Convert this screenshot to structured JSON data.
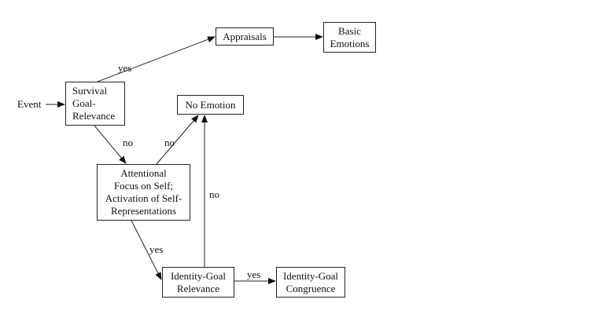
{
  "nodes": {
    "event": "Event",
    "survival": "Survival\nGoal-\nRelevance",
    "appraisals": "Appraisals",
    "basic_emotions": "Basic\nEmotions",
    "no_emotion": "No Emotion",
    "attentional": "Attentional\nFocus on Self;\nActivation of Self-\nRepresentations",
    "identity_relevance": "Identity-Goal\nRelevance",
    "identity_congruence": "Identity-Goal\nCongruence"
  },
  "edge_labels": {
    "survival_yes": "yes",
    "survival_no": "no",
    "attentional_no": "no",
    "attentional_yes": "yes",
    "identity_no": "no",
    "identity_yes": "yes"
  }
}
